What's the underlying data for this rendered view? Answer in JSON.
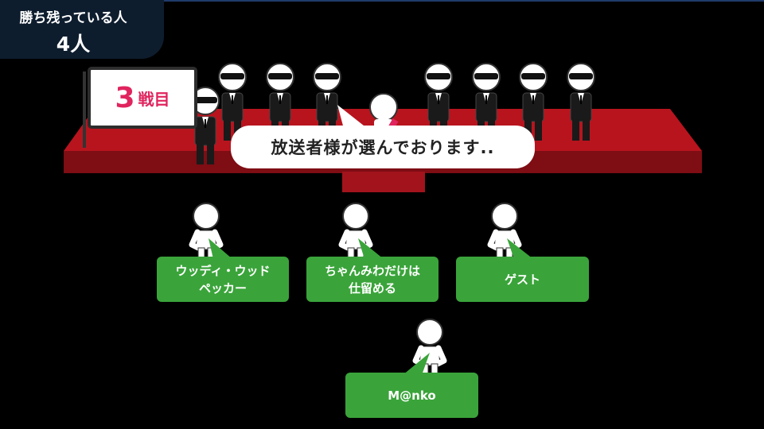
{
  "status": {
    "remaining_label": "勝ち残っている人",
    "remaining_count": "4人"
  },
  "round": {
    "number": "3",
    "suffix": "戦目"
  },
  "announcement": "放送者様が選んでおります..",
  "players": [
    {
      "name": "ウッディ・ウッド\nペッカー"
    },
    {
      "name": "ちゃんみわだけは\n仕留める"
    },
    {
      "name": "ゲスト"
    },
    {
      "name": "M@nko"
    }
  ],
  "colors": {
    "stage_red": "#a3131c",
    "player_green": "#3aa43a",
    "round_pink": "#e0245e"
  }
}
